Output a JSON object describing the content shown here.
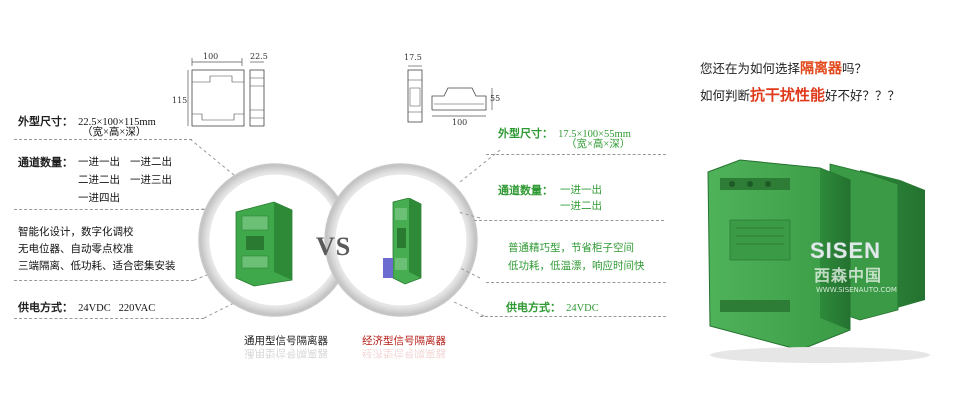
{
  "colors": {
    "accent_green": "#2f9a33",
    "module_green": "#3fa84a",
    "highlight_orange": "#e2491c",
    "caption_red": "#b6201a"
  },
  "left": {
    "drawing": {
      "dim_width": "100",
      "dim_depth": "22.5",
      "dim_height": "115"
    },
    "size_label": "外型尺寸：",
    "size_value": "22.5×100×115mm",
    "size_unit": "（宽×高×深）",
    "channels_label": "通道数量：",
    "channels": [
      "一进一出",
      "一进二出",
      "二进二出",
      "一进三出",
      "一进四出"
    ],
    "features": [
      "智能化设计，数字化调校",
      "无电位器、自动零点校准",
      "三端隔离、低功耗、适合密集安装"
    ],
    "power_label": "供电方式：",
    "power_value": "24VDC   220VAC",
    "caption": "通用型信号隔离器"
  },
  "center": {
    "vs": "VS"
  },
  "right": {
    "drawing": {
      "dim_width": "17.5",
      "dim_height": "55",
      "dim_length": "100"
    },
    "size_label": "外型尺寸：",
    "size_value": "17.5×100×55mm",
    "size_unit": "（宽×高×深）",
    "channels_label": "通道数量：",
    "channels": [
      "一进一出",
      "一进二出"
    ],
    "features": [
      "普通精巧型，节省柜子空间",
      "低功耗，低温漂，响应时间快"
    ],
    "power_label": "供电方式：",
    "power_value": "24VDC",
    "caption": "经济型信号隔离器"
  },
  "headline": {
    "line1_pre": "您还在为如何选择",
    "line1_hl": "隔离器",
    "line1_post": "吗？",
    "line2_pre": "如何判断",
    "line2_hl": "抗干扰性能",
    "line2_post": "好不好？？？"
  },
  "watermark": {
    "brand": "SISEN",
    "brand_cn": "西森中国",
    "site": "WWW.SISENAUTO.COM"
  }
}
